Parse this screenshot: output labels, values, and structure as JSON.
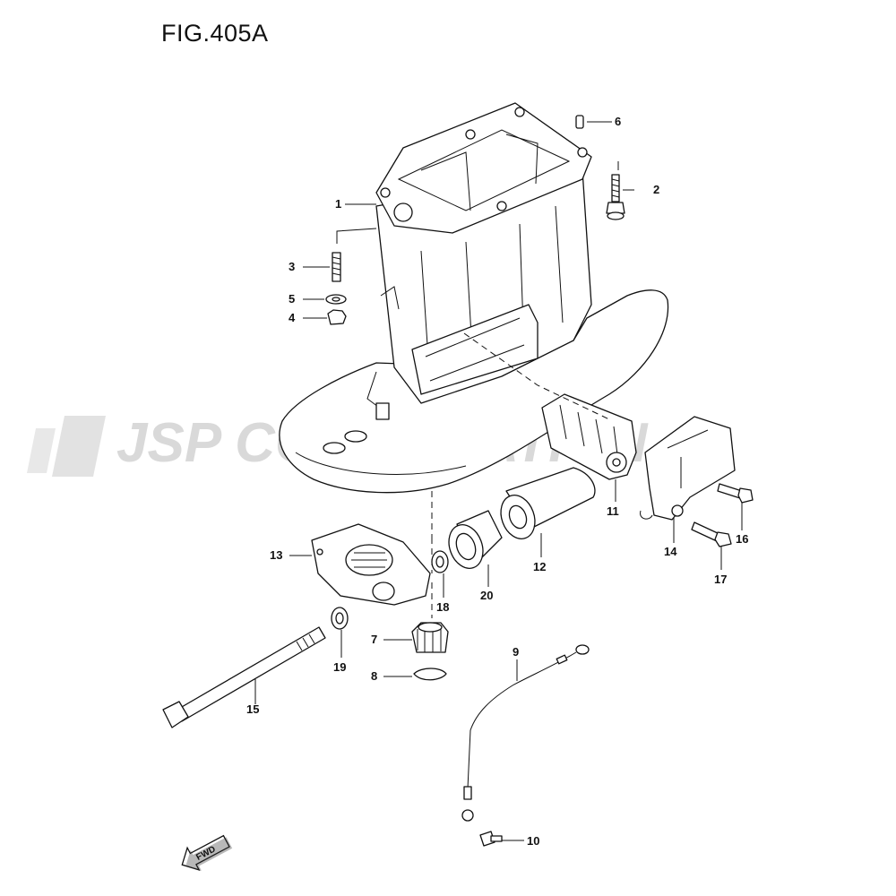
{
  "figure": {
    "title": "FIG.405A"
  },
  "watermark": {
    "text": "JSP CORPORATION",
    "color": "#d9d9d9"
  },
  "direction_marker": {
    "label": "FWD"
  },
  "parts": [
    {
      "num": "1"
    },
    {
      "num": "2"
    },
    {
      "num": "3"
    },
    {
      "num": "4"
    },
    {
      "num": "5"
    },
    {
      "num": "6"
    },
    {
      "num": "7"
    },
    {
      "num": "8"
    },
    {
      "num": "9"
    },
    {
      "num": "10"
    },
    {
      "num": "11"
    },
    {
      "num": "12"
    },
    {
      "num": "13"
    },
    {
      "num": "14"
    },
    {
      "num": "15"
    },
    {
      "num": "16"
    },
    {
      "num": "17"
    },
    {
      "num": "18"
    },
    {
      "num": "19"
    },
    {
      "num": "20"
    }
  ]
}
